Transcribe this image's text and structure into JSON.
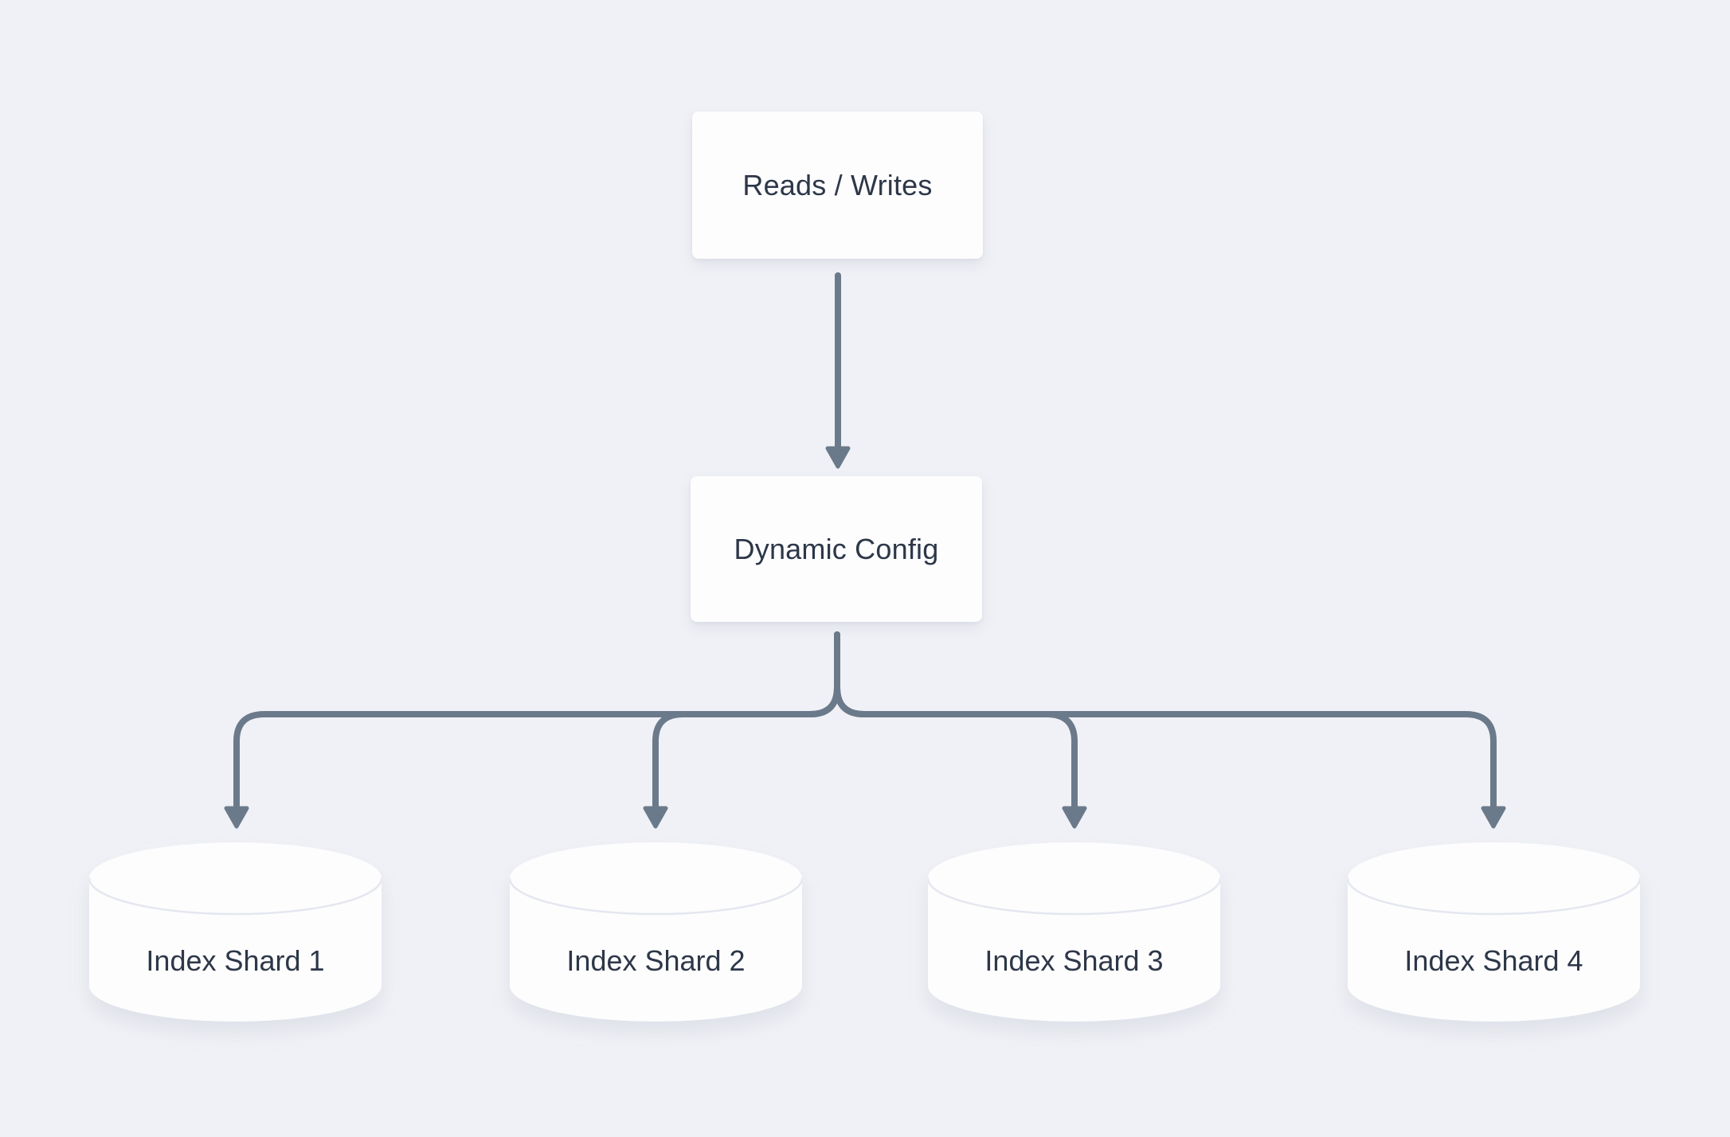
{
  "diagram": {
    "nodes": {
      "reads_writes": {
        "label": "Reads / Writes"
      },
      "dynamic_config": {
        "label": "Dynamic Config"
      }
    },
    "shards": [
      {
        "label": "Index Shard 1"
      },
      {
        "label": "Index Shard 2"
      },
      {
        "label": "Index Shard 3"
      },
      {
        "label": "Index Shard 4"
      }
    ],
    "colors": {
      "background": "#f0f1f6",
      "connector": "#6b7a8b",
      "node_fill": "#fdfdfe",
      "text": "#2d3748",
      "cylinder_seam": "#e5e7f0"
    }
  }
}
